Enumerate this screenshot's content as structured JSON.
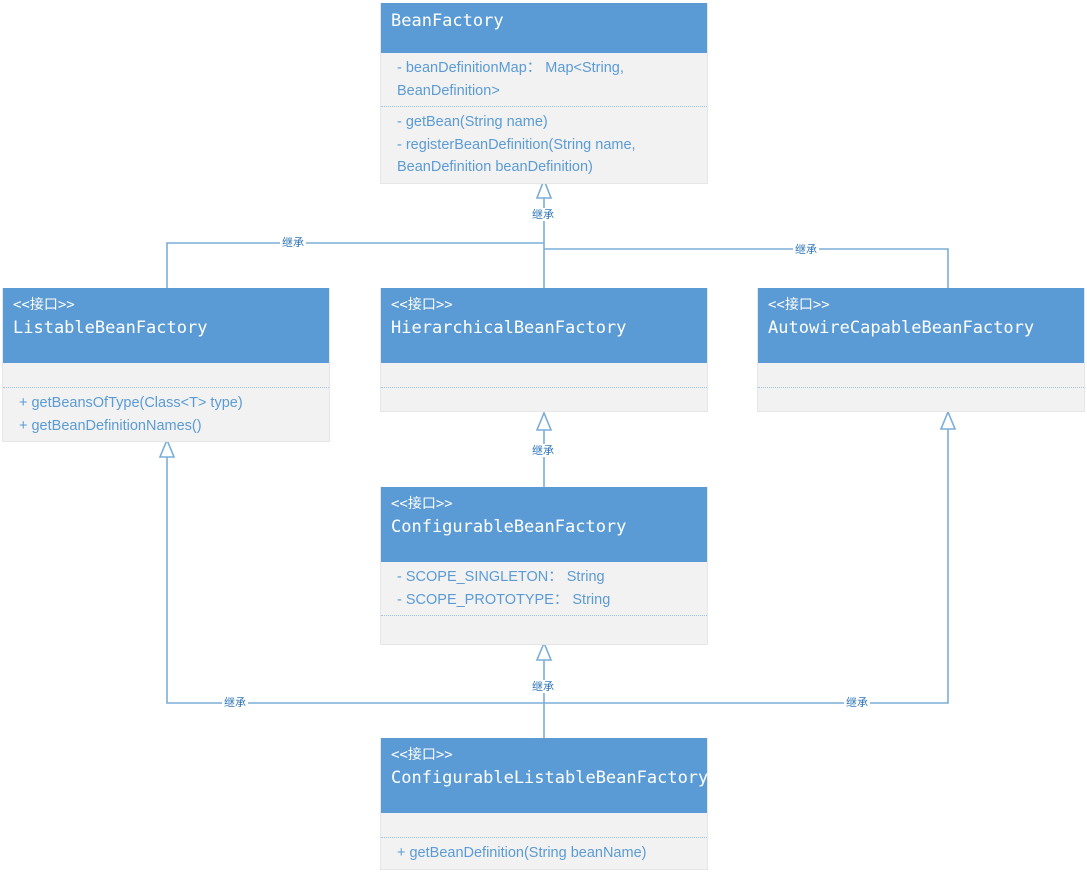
{
  "diagram": {
    "title": "BeanFactory UML class hierarchy",
    "stereotype_label": "<<接口>>",
    "inherit_label": "继承",
    "colors": {
      "header_fill": "#5b9bd5",
      "body_fill": "#f2f2f2",
      "text_blue": "#5b9bd5",
      "line_blue": "#7badd8",
      "label_blue": "#2e75b6"
    }
  },
  "classes": {
    "bean_factory": {
      "name": "BeanFactory",
      "stereotype": "",
      "attributes": [
        "- beanDefinitionMap： Map<String, BeanDefinition>"
      ],
      "methods": [
        "- getBean(String name)",
        "- registerBeanDefinition(String name, BeanDefinition beanDefinition)"
      ]
    },
    "listable_bean_factory": {
      "name": "ListableBeanFactory",
      "stereotype": "<<接口>>",
      "attributes": [],
      "methods": [
        "+ getBeansOfType(Class<T> type)",
        "+ getBeanDefinitionNames()"
      ]
    },
    "hierarchical_bean_factory": {
      "name": "HierarchicalBeanFactory",
      "stereotype": "<<接口>>",
      "attributes": [],
      "methods": []
    },
    "autowire_capable_bean_factory": {
      "name": "AutowireCapableBeanFactory",
      "stereotype": "<<接口>>",
      "attributes": [],
      "methods": []
    },
    "configurable_bean_factory": {
      "name": "ConfigurableBeanFactory",
      "stereotype": "<<接口>>",
      "attributes": [
        "- SCOPE_SINGLETON： String",
        "- SCOPE_PROTOTYPE： String"
      ],
      "methods": []
    },
    "configurable_listable_bean_factory": {
      "name": "ConfigurableListableBeanFactory",
      "stereotype": "<<接口>>",
      "attributes": [],
      "methods": [
        "+ getBeanDefinition(String beanName)"
      ]
    }
  },
  "edges": [
    {
      "id": "hierarchical-to-beanfactory",
      "from": "HierarchicalBeanFactory",
      "to": "BeanFactory",
      "label": "继承"
    },
    {
      "id": "listable-to-beanfactory",
      "from": "ListableBeanFactory",
      "to": "BeanFactory",
      "label": "继承"
    },
    {
      "id": "autowire-to-beanfactory",
      "from": "AutowireCapableBeanFactory",
      "to": "BeanFactory",
      "label": "继承"
    },
    {
      "id": "configurable-to-hierarchical",
      "from": "ConfigurableBeanFactory",
      "to": "HierarchicalBeanFactory",
      "label": "继承"
    },
    {
      "id": "clbf-to-configurable",
      "from": "ConfigurableListableBeanFactory",
      "to": "ConfigurableBeanFactory",
      "label": "继承"
    },
    {
      "id": "clbf-to-listable",
      "from": "ConfigurableListableBeanFactory",
      "to": "ListableBeanFactory",
      "label": "继承"
    },
    {
      "id": "clbf-to-autowire",
      "from": "ConfigurableListableBeanFactory",
      "to": "AutowireCapableBeanFactory",
      "label": "继承"
    }
  ]
}
